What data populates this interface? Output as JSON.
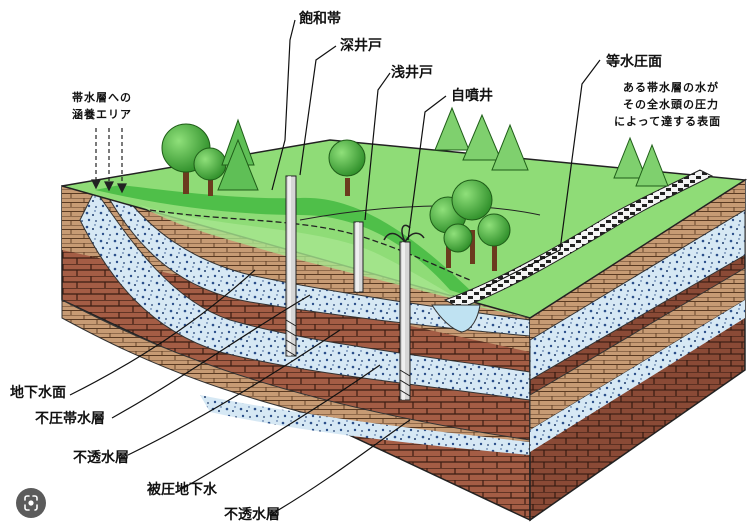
{
  "labels": {
    "saturated_zone": "飽和帯",
    "deep_well": "深井戸",
    "shallow_well": "浅井戸",
    "artesian_well": "自噴井",
    "piezometric_surface": "等水圧面",
    "piezometric_desc_1": "ある帯水層の水が",
    "piezometric_desc_2": "その全水頭の圧力",
    "piezometric_desc_3": "によって達する表面",
    "recharge_area_1": "帯水層への",
    "recharge_area_2": "涵養エリア",
    "water_table": "地下水面",
    "unconfined_aquifer": "不圧帯水層",
    "impermeable_layer_1": "不透水層",
    "confined_groundwater": "被圧地下水",
    "impermeable_layer_2": "不透水層"
  },
  "icons": {
    "search": "lens-search-icon"
  },
  "colors": {
    "grass": "#8fdc77",
    "grass_dark": "#4fbf49",
    "soil": "#c99a72",
    "brick": "#a05a44",
    "aquifer": "#cfe3f2",
    "tree": "#3a9a2e",
    "line": "#111111"
  }
}
